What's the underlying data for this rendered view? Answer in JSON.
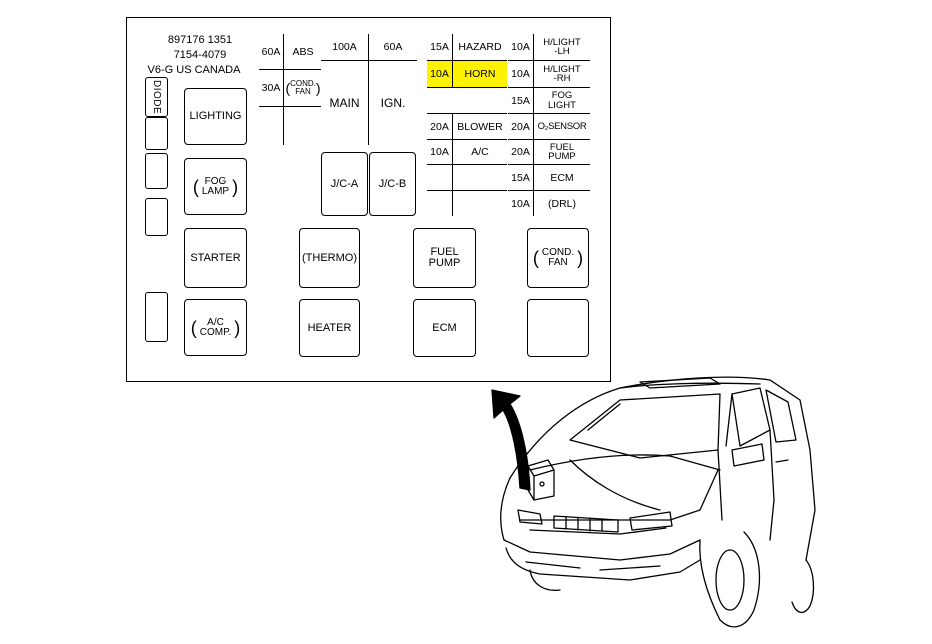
{
  "header": {
    "line1": "897176 1351",
    "line2": "7154-4079",
    "line3": "V6-G US CANADA"
  },
  "diode": "DIODE",
  "left_relays": {
    "lighting": "LIGHTING",
    "fog_lamp": "FOG\nLAMP",
    "starter": "STARTER",
    "ac_comp": "A/C\nCOMP."
  },
  "block_a": {
    "r1_amp": "60A",
    "r1_name": "ABS",
    "r2_amp": "30A",
    "r2_name": "COND.\nFAN"
  },
  "block_b": {
    "main_amp": "100A",
    "main_name": "MAIN",
    "ign_amp": "60A",
    "ign_name": "IGN."
  },
  "jc": {
    "a": "J/C-A",
    "b": "J/C-B"
  },
  "block_c": {
    "hazard_amp": "15A",
    "hazard": "HAZARD",
    "horn_amp": "10A",
    "horn": "HORN",
    "blower_amp": "20A",
    "blower": "BLOWER",
    "ac_amp": "10A",
    "ac": "A/C"
  },
  "block_d": {
    "hlight_lh_amp": "10A",
    "hlight_lh": "H/LIGHT\n-LH",
    "hlight_rh_amp": "10A",
    "hlight_rh": "H/LIGHT\n-RH",
    "fog_amp": "15A",
    "fog": "FOG\nLIGHT",
    "o2_amp": "20A",
    "o2": "O₂SENSOR",
    "fuel_amp": "20A",
    "fuel": "FUEL\nPUMP",
    "ecm_amp": "15A",
    "ecm": "ECM",
    "drl_amp": "10A",
    "drl": "(DRL)"
  },
  "lower_relays": {
    "thermo": "(THERMO)",
    "heater": "HEATER",
    "fuel_pump": "FUEL\nPUMP",
    "ecm": "ECM",
    "cond_fan": "COND.\nFAN"
  },
  "colors": {
    "highlight": "#fff200",
    "line": "#000000"
  }
}
